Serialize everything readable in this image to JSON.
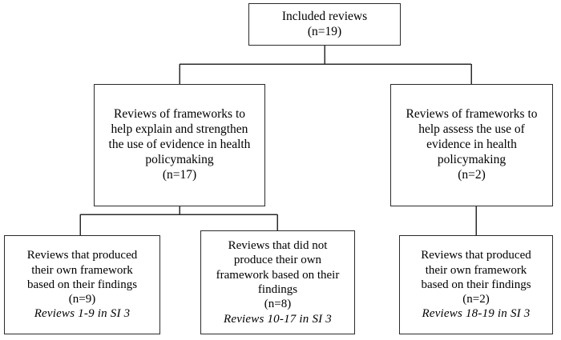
{
  "diagram": {
    "type": "flowchart",
    "orientation": "top-down",
    "line_color": "#2b2b2b",
    "background_color": "#ffffff",
    "text_color": "#000000",
    "nodes": {
      "included": {
        "lines": [
          "Included reviews",
          "(n=19)"
        ]
      },
      "explain": {
        "lines": [
          "Reviews of frameworks to",
          "help explain and strengthen",
          "the use of evidence in health",
          "policymaking",
          "(n=17)"
        ]
      },
      "assess": {
        "lines": [
          "Reviews of frameworks to",
          "help assess the use of",
          "evidence in health",
          "policymaking",
          "(n=2)"
        ]
      },
      "produced_9": {
        "lines": [
          "Reviews that produced",
          "their own framework",
          "based on their findings",
          "(n=9)"
        ],
        "si_reference": "Reviews 1-9 in SI 3"
      },
      "not_produced_8": {
        "lines": [
          "Reviews that did not",
          "produce their own",
          "framework based on their",
          "findings",
          "(n=8)"
        ],
        "si_reference": "Reviews 10-17 in SI 3"
      },
      "produced_2": {
        "lines": [
          "Reviews that produced",
          "their own framework",
          "based on their findings",
          "(n=2)"
        ],
        "si_reference": "Reviews 18-19 in SI 3"
      }
    }
  }
}
